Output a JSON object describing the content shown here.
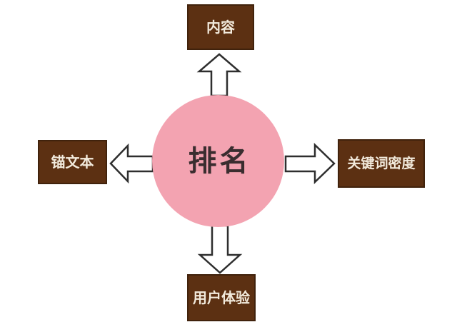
{
  "diagram": {
    "title": "ranking-factors-diagram",
    "center": {
      "label": "排名"
    },
    "nodes": [
      {
        "id": "top",
        "label": "内容",
        "direction": "up"
      },
      {
        "id": "left",
        "label": "锚文本",
        "direction": "left"
      },
      {
        "id": "right",
        "label": "关键词密度",
        "direction": "right"
      },
      {
        "id": "bottom",
        "label": "用户体验",
        "direction": "down"
      }
    ],
    "colors": {
      "background": "#FFFFFF",
      "circle_fill": "#F3A3B1",
      "center_text": "#3A2D2F",
      "box_fill": "#5C3012",
      "box_border": "#40220C",
      "box_text": "#F2EADC",
      "arrow_fill": "#FFFFFF",
      "arrow_stroke": "#2E2E2E"
    }
  }
}
